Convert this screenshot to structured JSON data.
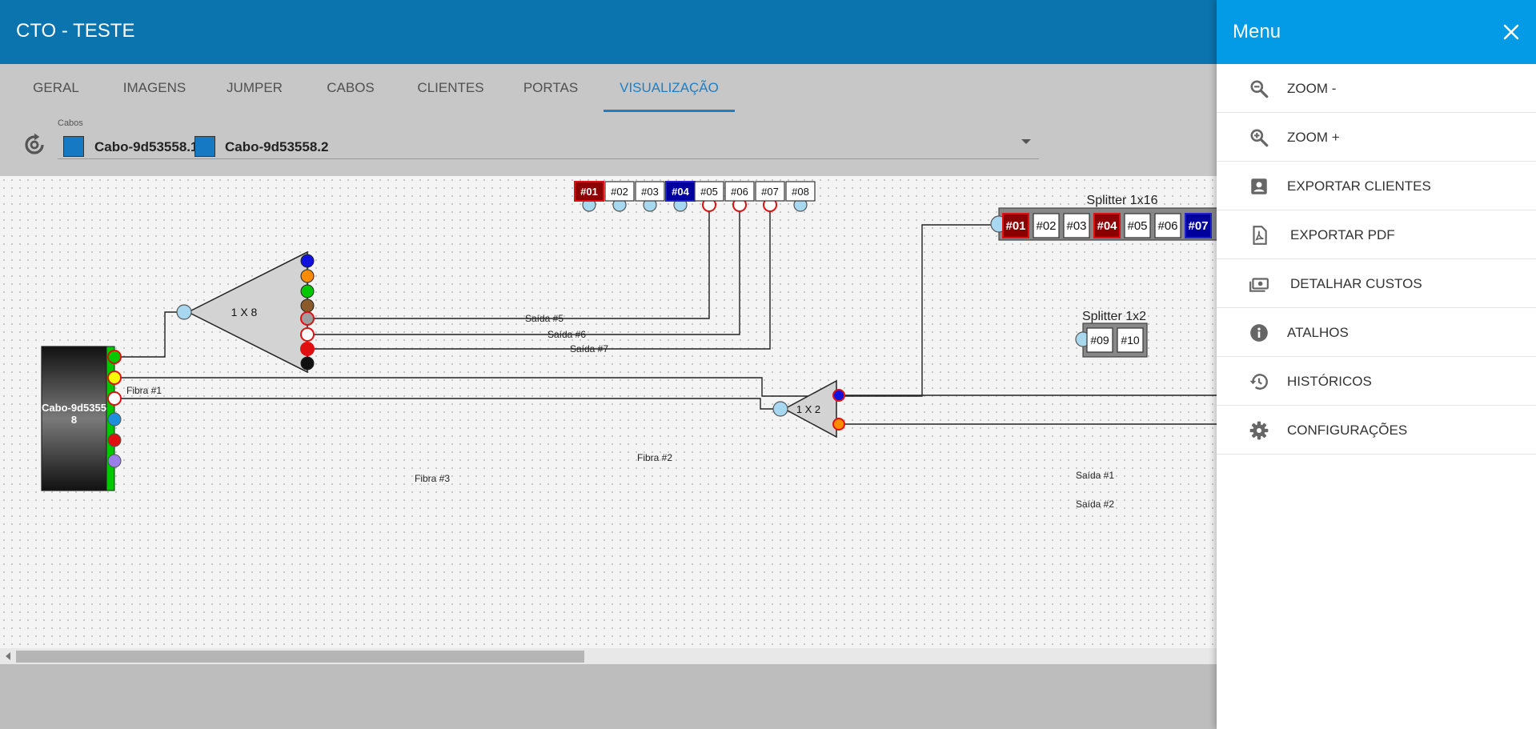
{
  "app": {
    "title": "CTO - TESTE"
  },
  "tabs": [
    {
      "label": "GERAL"
    },
    {
      "label": "IMAGENS"
    },
    {
      "label": "JUMPER"
    },
    {
      "label": "CABOS"
    },
    {
      "label": "CLIENTES"
    },
    {
      "label": "PORTAS"
    },
    {
      "label": "VISUALIZAÇÃO",
      "active": true
    }
  ],
  "toolbar": {
    "cabos_label": "Cabos",
    "chips": [
      {
        "label": "Cabo-9d53558.1",
        "color": "#1679c4"
      },
      {
        "label": "Cabo-9d53558.2",
        "color": "#1679c4"
      }
    ]
  },
  "diagram": {
    "cable": {
      "label": "Cabo-9d53558",
      "fiber_colors": [
        "#00c800",
        "#ffff00",
        "#ffffff",
        "#1f8fdc",
        "#e01010",
        "#9b7fe8"
      ]
    },
    "port_strip_top": {
      "ports": [
        {
          "label": "#01",
          "state": "red"
        },
        {
          "label": "#02",
          "state": "free"
        },
        {
          "label": "#03",
          "state": "free"
        },
        {
          "label": "#04",
          "state": "blue"
        },
        {
          "label": "#05",
          "state": "free"
        },
        {
          "label": "#06",
          "state": "free"
        },
        {
          "label": "#07",
          "state": "free"
        },
        {
          "label": "#08",
          "state": "free"
        }
      ]
    },
    "splitter_1x16": {
      "title": "Splitter 1x16",
      "ports": [
        {
          "label": "#01",
          "state": "red"
        },
        {
          "label": "#02",
          "state": "free"
        },
        {
          "label": "#03",
          "state": "free"
        },
        {
          "label": "#04",
          "state": "red"
        },
        {
          "label": "#05",
          "state": "free"
        },
        {
          "label": "#06",
          "state": "free"
        },
        {
          "label": "#07",
          "state": "blue"
        }
      ]
    },
    "splitter_1x2_box": {
      "title": "Splitter 1x2",
      "ports": [
        {
          "label": "#09"
        },
        {
          "label": "#10"
        }
      ]
    },
    "splitter_1x8": {
      "label": "1 X 8",
      "output_colors": [
        "#1010e0",
        "#ff8c00",
        "#00c800",
        "#8b5a2b",
        "#9e9e9e",
        "#ffffff",
        "#e01010",
        "#111111"
      ]
    },
    "splitter_1x2": {
      "label": "1 X 2",
      "output_colors": [
        "#1010e0",
        "#ff8c00"
      ]
    },
    "connection_labels": {
      "fibra1": "Fibra #1",
      "fibra2": "Fibra #2",
      "fibra3": "Fibra #3",
      "saida5": "Saída #5",
      "saida6": "Saída #6",
      "saida7": "Saída #7",
      "saida1": "Saída #1",
      "saida2": "Saída #2"
    },
    "colors": {
      "red_port": "#8b0000",
      "blue_port": "#00009c",
      "input_port": "#a8d8f0",
      "wire": "#222222",
      "splitter_fill": "#d3d3d3",
      "box_fill": "#888888"
    }
  },
  "drawer": {
    "title": "Menu",
    "items": [
      {
        "label": "ZOOM -",
        "icon": "zoom-out-icon"
      },
      {
        "label": "ZOOM +",
        "icon": "zoom-in-icon"
      },
      {
        "label": "EXPORTAR CLIENTES",
        "icon": "account-box-icon"
      },
      {
        "label": "EXPORTAR PDF",
        "icon": "pdf-icon"
      },
      {
        "label": "DETALHAR CUSTOS",
        "icon": "money-icon"
      },
      {
        "label": "ATALHOS",
        "icon": "info-icon"
      },
      {
        "label": "HISTÓRICOS",
        "icon": "history-icon"
      },
      {
        "label": "CONFIGURAÇÕES",
        "icon": "gear-icon"
      }
    ]
  }
}
